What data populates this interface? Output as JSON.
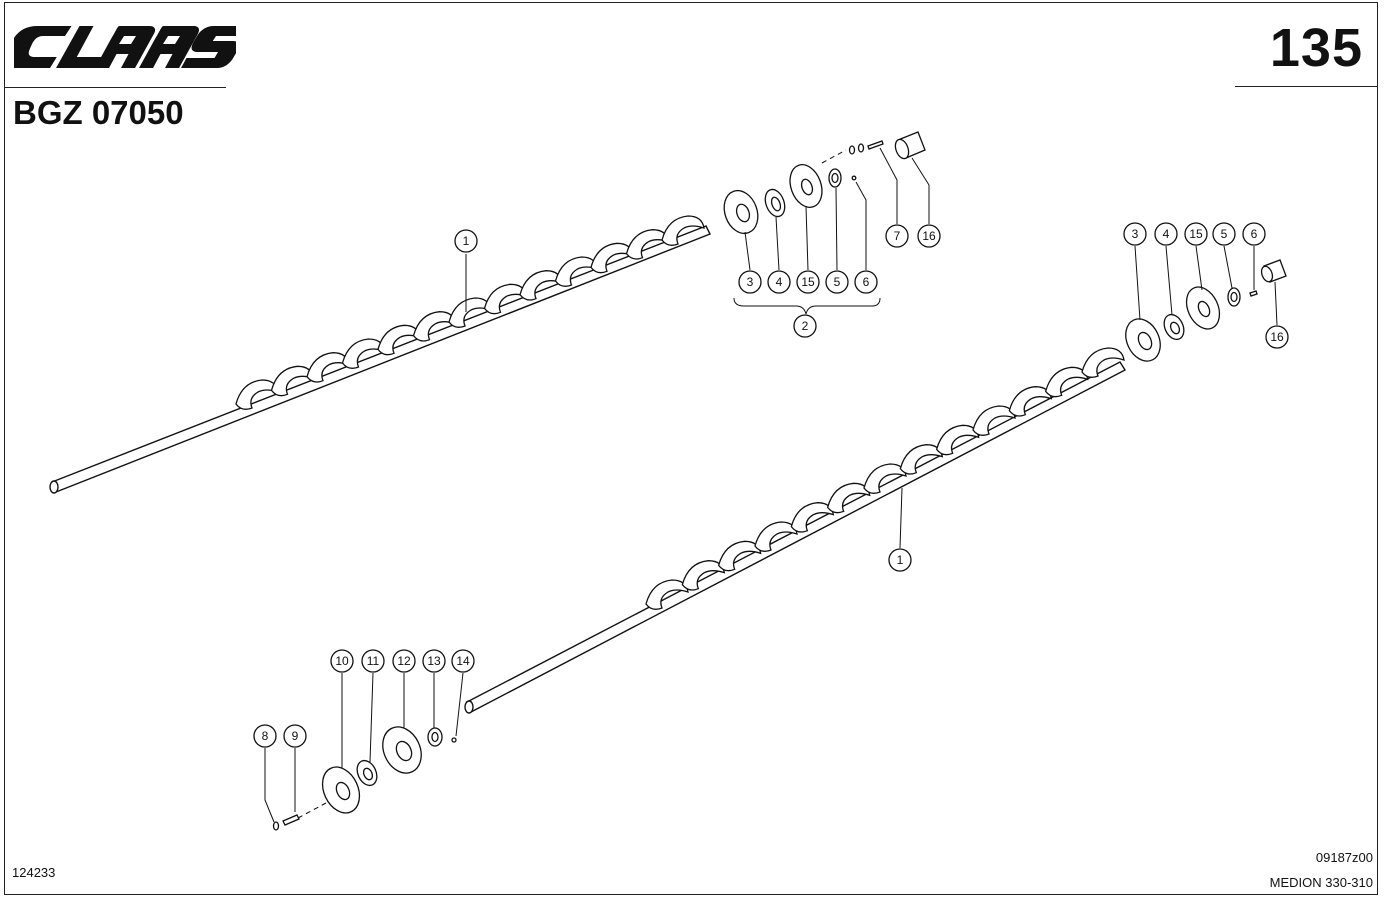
{
  "header": {
    "logo_text": "CLAAS",
    "page_number": "135",
    "doc_code": "BGZ 07050"
  },
  "footer": {
    "left_code": "124233",
    "right_code": "09187z00",
    "model": "MEDION 330-310"
  },
  "callouts": {
    "upper_auger": "1",
    "upper_group": [
      "3",
      "4",
      "15",
      "5",
      "6"
    ],
    "upper_group_label": "2",
    "upper_extra": [
      "7",
      "16"
    ],
    "right_group": [
      "3",
      "4",
      "15",
      "5",
      "6"
    ],
    "right_extra": "16",
    "lower_auger": "1",
    "lower_group": [
      "10",
      "11",
      "12",
      "13",
      "14"
    ],
    "lower_extra": [
      "8",
      "9"
    ]
  }
}
